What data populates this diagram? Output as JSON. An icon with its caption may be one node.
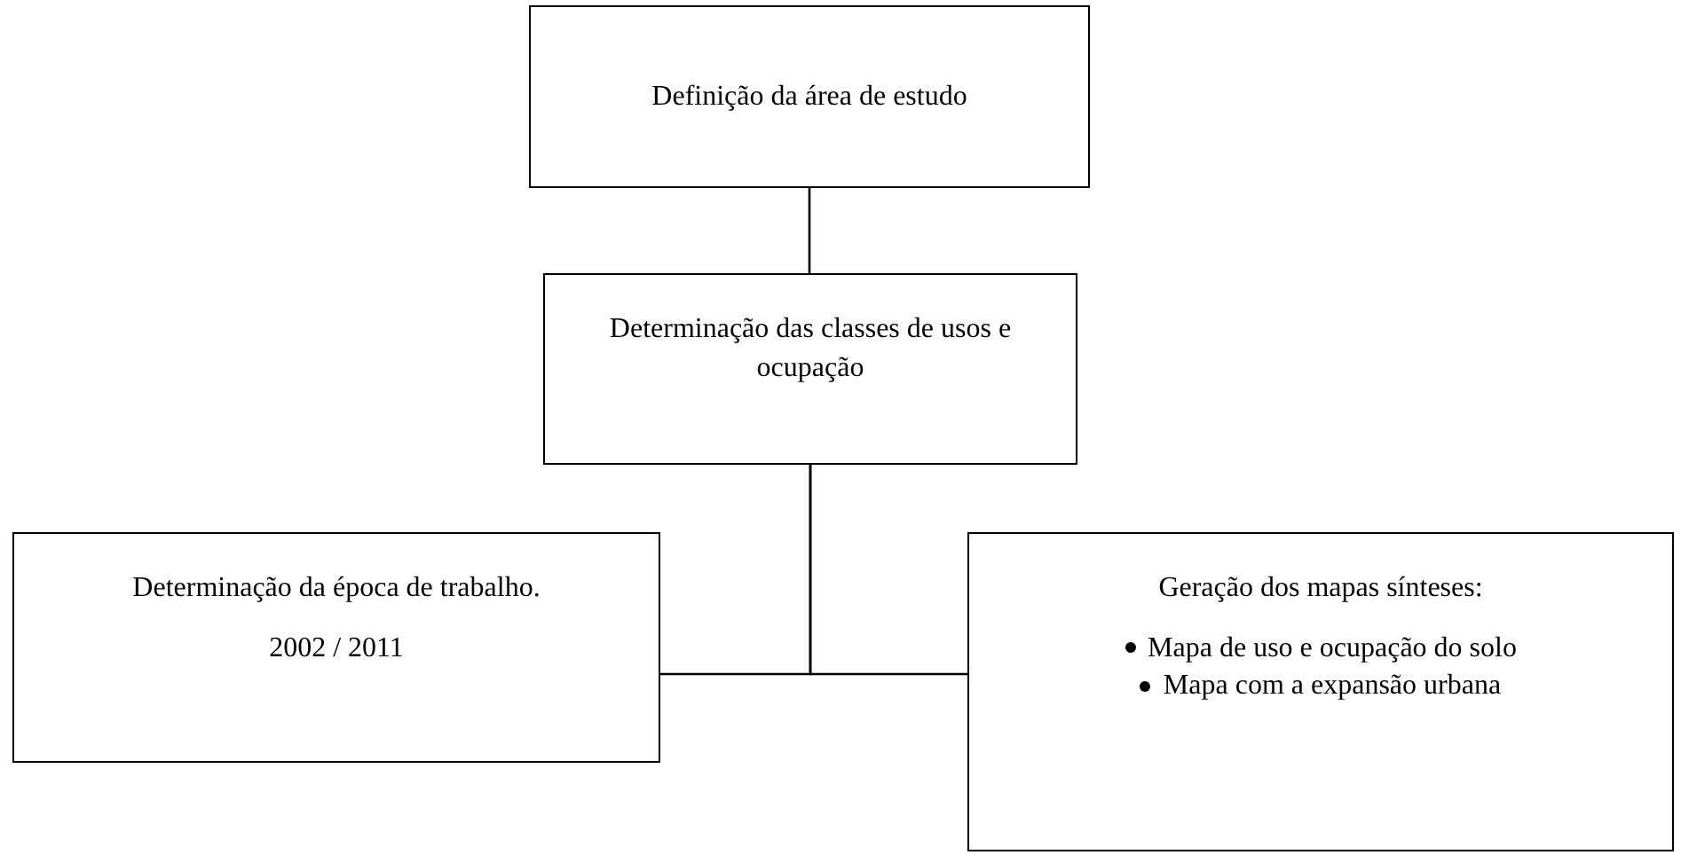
{
  "diagram": {
    "nodes": [
      {
        "text": [
          "Definição da área de estudo"
        ]
      },
      {
        "text": [
          "Determinação das classes de usos e ocupação"
        ]
      },
      {
        "text": [
          "Determinação da época de trabalho.",
          "2002 / 2011"
        ]
      },
      {
        "text": [
          "Geração dos mapas sínteses:",
          "Mapa de uso e ocupação do solo",
          "Mapa com a expansão urbana"
        ]
      }
    ],
    "edges": [
      {
        "from": 0,
        "to": 1,
        "arrow": "none"
      },
      {
        "from": 1,
        "to": 2,
        "arrow": "none"
      },
      {
        "from": 1,
        "to": 3,
        "arrow": "none"
      }
    ]
  }
}
